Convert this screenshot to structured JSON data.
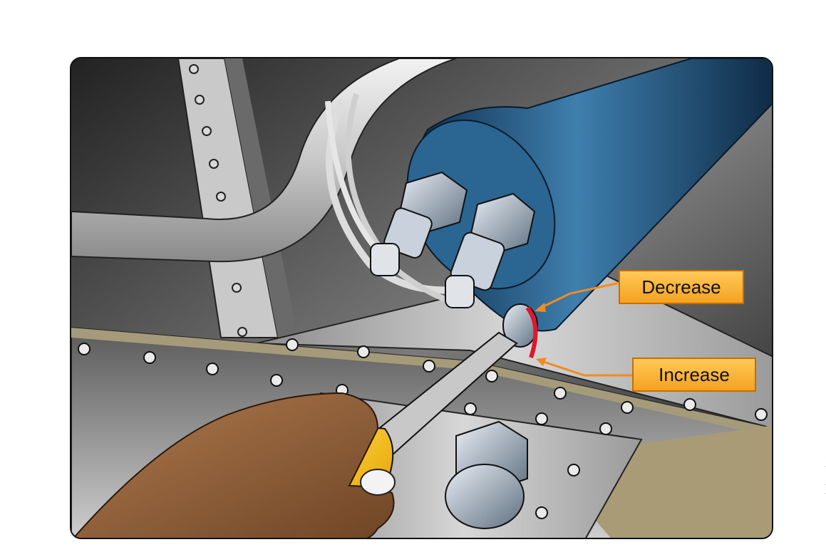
{
  "callouts": {
    "decrease": "Decrease",
    "increase": "Increase"
  },
  "side_text": {
    "heading": "O",
    "lines": [
      "O",
      "o",
      "in",
      "re"
    ]
  },
  "colors": {
    "callout_fill": "#f5a21f",
    "callout_border": "#c86e00",
    "arrow": "#f08c1e",
    "sensor_body": "#1f4f78"
  }
}
